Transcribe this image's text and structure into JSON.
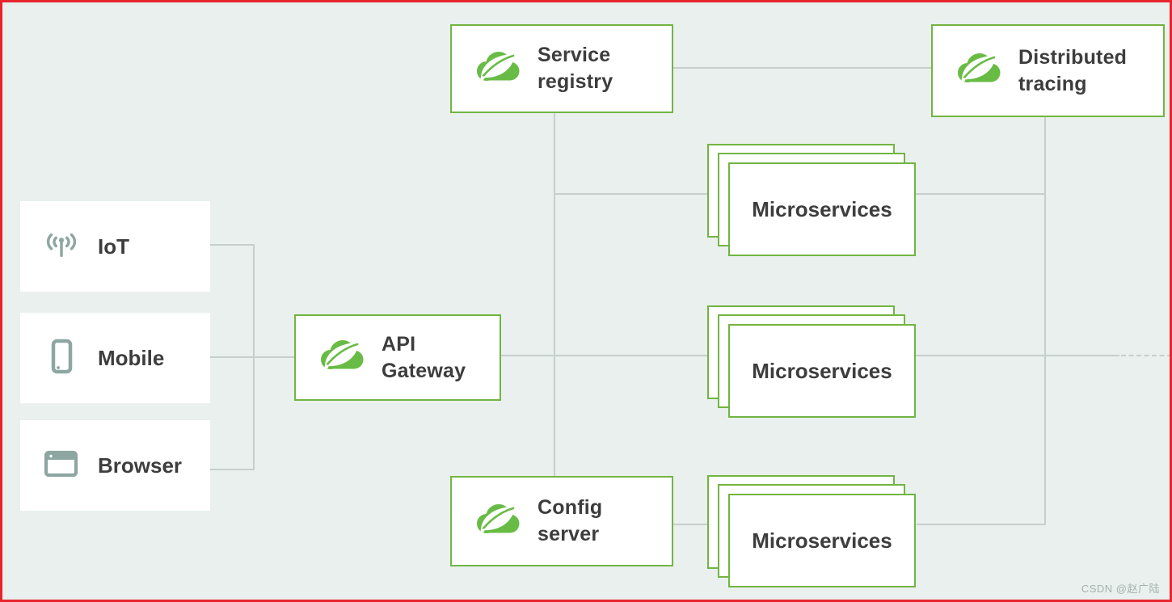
{
  "frame": {
    "border_color": "#e8242c",
    "background_color": "#e9f0ed"
  },
  "palette": {
    "node_border_green": "#72b542",
    "spring_logo_green": "#68bc45",
    "connector_gray": "#c6cfcd",
    "label_color": "#3d3d3d",
    "client_icon_color": "#8da6a1"
  },
  "nodes": {
    "service_registry": {
      "label": "Service\nregistry",
      "icon": "spring-cloud-logo"
    },
    "distributed_tracing": {
      "label": "Distributed\ntracing",
      "icon": "spring-cloud-logo"
    },
    "api_gateway": {
      "label": "API\nGateway",
      "icon": "spring-cloud-logo"
    },
    "config_server": {
      "label": "Config\nserver",
      "icon": "spring-cloud-logo"
    },
    "microservices": {
      "label": "Microservices",
      "stack_count": 3,
      "stacks": 3
    }
  },
  "clients": [
    {
      "label": "IoT",
      "icon": "iot-antenna-icon"
    },
    {
      "label": "Mobile",
      "icon": "mobile-phone-icon"
    },
    {
      "label": "Browser",
      "icon": "browser-window-icon"
    }
  ],
  "edges": [
    "service_registry - distributed_tracing",
    "service_registry - microservices_top",
    "service_registry - config_server",
    "api_gateway - microservices_middle",
    "config_server - microservices_bottom",
    "microservices_top - distributed_tracing",
    "microservices_bottom - distributed_tracing",
    "iot - api_gateway",
    "mobile - api_gateway",
    "browser - api_gateway"
  ],
  "watermark": "CSDN @赵广陆"
}
